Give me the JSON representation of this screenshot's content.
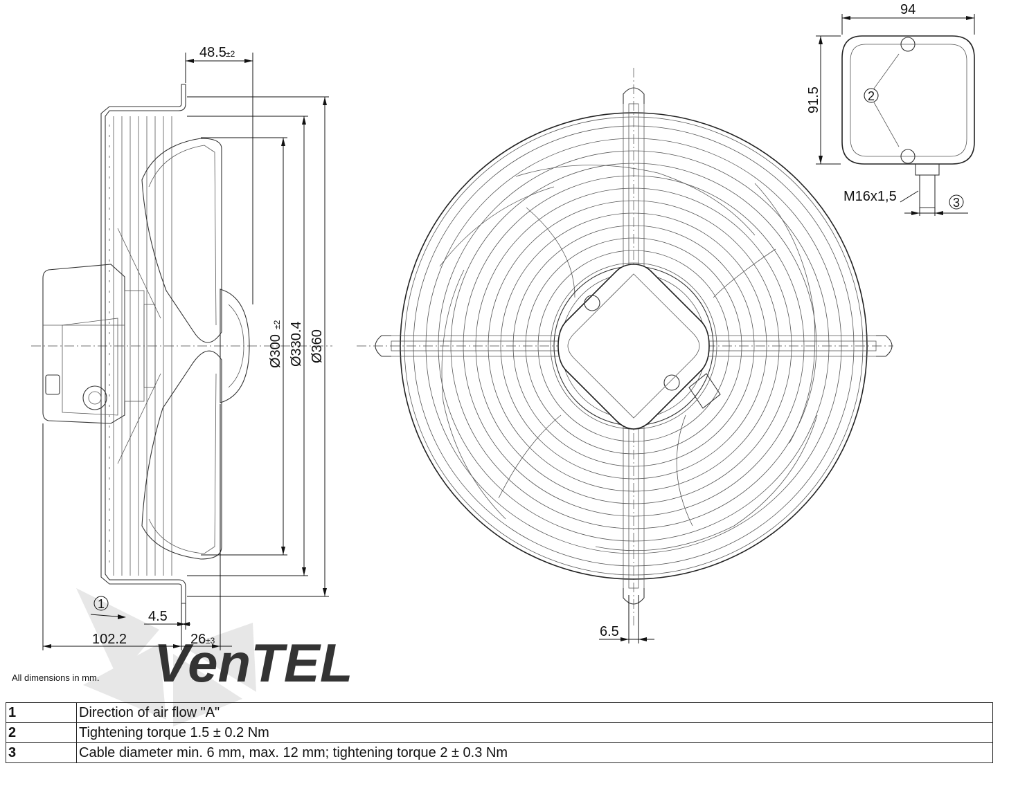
{
  "dimensions": {
    "d_48_5": "48.5",
    "d_48_5_tol": "±2",
    "d_300": "Ø300",
    "d_300_tol": "±2",
    "d_330_4": "Ø330.4",
    "d_360": "Ø360",
    "d_4_5": "4.5",
    "d_102_2": "102.2",
    "d_26": "26",
    "d_26_tol": "±3",
    "d_6_5": "6.5",
    "d_94": "94",
    "d_91_5": "91.5",
    "thread": "M16x1,5"
  },
  "callouts": [
    "1",
    "2",
    "3"
  ],
  "watermark": "VenTEL",
  "note": "All dimensions in mm.",
  "legend": [
    {
      "num": "1",
      "text": "Direction of air flow \"A\""
    },
    {
      "num": "2",
      "text": "Tightening torque 1.5 ± 0.2 Nm"
    },
    {
      "num": "3",
      "text": "Cable diameter min. 6 mm, max. 12 mm; tightening torque 2 ± 0.3 Nm"
    }
  ],
  "colors": {
    "line": "#333333",
    "watermark_gray": "#d6d6d6",
    "watermark_blue": "#bfd8ec"
  }
}
